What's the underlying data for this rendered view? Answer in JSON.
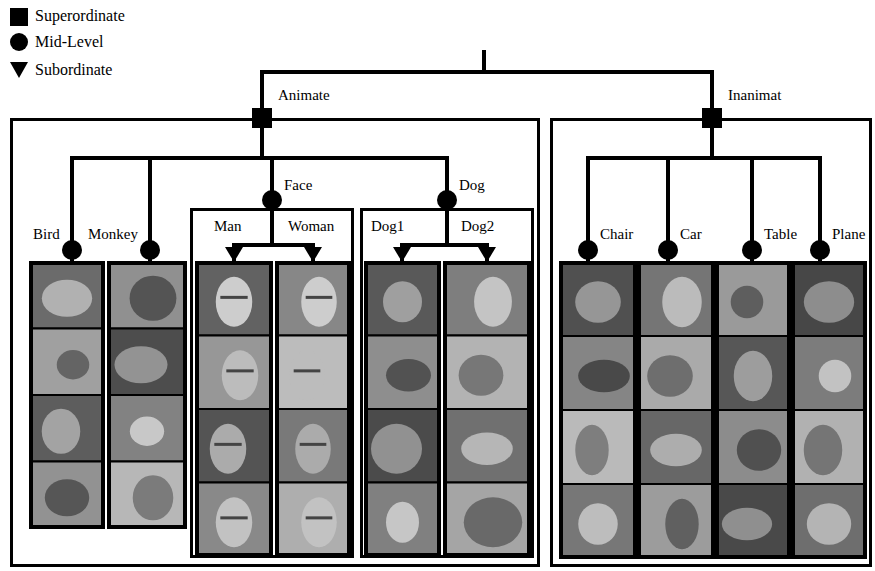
{
  "diagram": {
    "nodes": [
      {
        "text": [
          "Animate"
        ]
      },
      {
        "text": [
          "Bird"
        ],
        "in": 0
      },
      {
        "text": [
          "Monkey"
        ],
        "in": 0
      },
      {
        "text": [
          "Face"
        ],
        "in": 0
      },
      {
        "text": [
          "Man"
        ],
        "in": 3
      },
      {
        "text": [
          "Woman"
        ],
        "in": 3
      },
      {
        "text": [
          "Dog"
        ],
        "in": 0
      },
      {
        "text": [
          "Dog1"
        ],
        "in": 6
      },
      {
        "text": [
          "Dog2"
        ],
        "in": 6
      },
      {
        "text": [
          "Inanimat"
        ]
      },
      {
        "text": [
          "Chair"
        ],
        "in": 9
      },
      {
        "text": [
          "Car"
        ],
        "in": 9
      },
      {
        "text": [
          "Table"
        ],
        "in": 9
      },
      {
        "text": [
          "Plane"
        ],
        "in": 9
      }
    ],
    "edges": [
      {
        "from": 0,
        "to": 1,
        "arrow": "none"
      },
      {
        "from": 0,
        "to": 2,
        "arrow": "none"
      },
      {
        "from": 0,
        "to": 3,
        "arrow": "none"
      },
      {
        "from": 0,
        "to": 6,
        "arrow": "none"
      },
      {
        "from": 3,
        "to": 4,
        "arrow": "none"
      },
      {
        "from": 3,
        "to": 5,
        "arrow": "none"
      },
      {
        "from": 6,
        "to": 7,
        "arrow": "none"
      },
      {
        "from": 6,
        "to": 8,
        "arrow": "none"
      },
      {
        "from": 9,
        "to": 10,
        "arrow": "none"
      },
      {
        "from": 9,
        "to": 11,
        "arrow": "none"
      },
      {
        "from": 9,
        "to": 12,
        "arrow": "none"
      },
      {
        "from": 9,
        "to": 13,
        "arrow": "none"
      }
    ],
    "legend": [
      {
        "text": "Superordinate"
      },
      {
        "text": "Mid-Level"
      },
      {
        "text": "Subordinate"
      }
    ]
  }
}
